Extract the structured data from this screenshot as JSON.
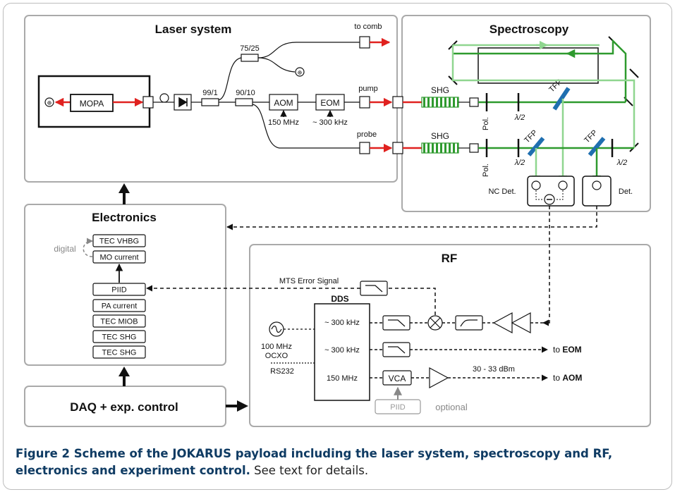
{
  "sections": {
    "laser": "Laser system",
    "spectroscopy": "Spectroscopy",
    "electronics": "Electronics",
    "rf": "RF",
    "daq": "DAQ + exp. control"
  },
  "laser": {
    "mopa": "MOPA",
    "split1": "99/1",
    "split2": "90/10",
    "split3": "75/25",
    "to_comb": "to comb",
    "aom": "AOM",
    "aom_freq": "150 MHz",
    "eom": "EOM",
    "eom_freq": "~ 300 kHz",
    "pump": "pump",
    "probe": "probe"
  },
  "spectroscopy": {
    "shg": "SHG",
    "pol": "Pol.",
    "half_wave": "λ/2",
    "tfp": "TFP",
    "nc_det": "NC Det.",
    "det": "Det."
  },
  "electronics": {
    "items": [
      "TEC VHBG",
      "MO current",
      "PIID",
      "PA current",
      "TEC MIOB",
      "TEC SHG",
      "TEC SHG"
    ],
    "digital": "digital"
  },
  "rf": {
    "mts": "MTS Error Signal",
    "dds": "DDS",
    "dds_f1": "~ 300 kHz",
    "dds_f2": "~ 300 kHz",
    "dds_f3": "150 MHz",
    "ocxo_freq": "100 MHz",
    "ocxo": "OCXO",
    "rs232": "RS232",
    "vca": "VCA",
    "piid": "PIID",
    "optional": "optional",
    "power": "30 - 33 dBm",
    "to": "to ",
    "eom": "EOM",
    "aom": "AOM"
  },
  "caption": {
    "bold": "Figure 2  Scheme of the JOKARUS payload including the laser system, spectroscopy and RF, electronics and experiment control.",
    "normal": " See text for details."
  },
  "colors": {
    "laser_red": "#e0211f",
    "green_dark": "#2e9a2e",
    "green_light": "#8fd68f",
    "tfp_blue": "#1f6fb0",
    "box_gray": "#a8a8a8",
    "caption_blue": "#0f3b63"
  }
}
